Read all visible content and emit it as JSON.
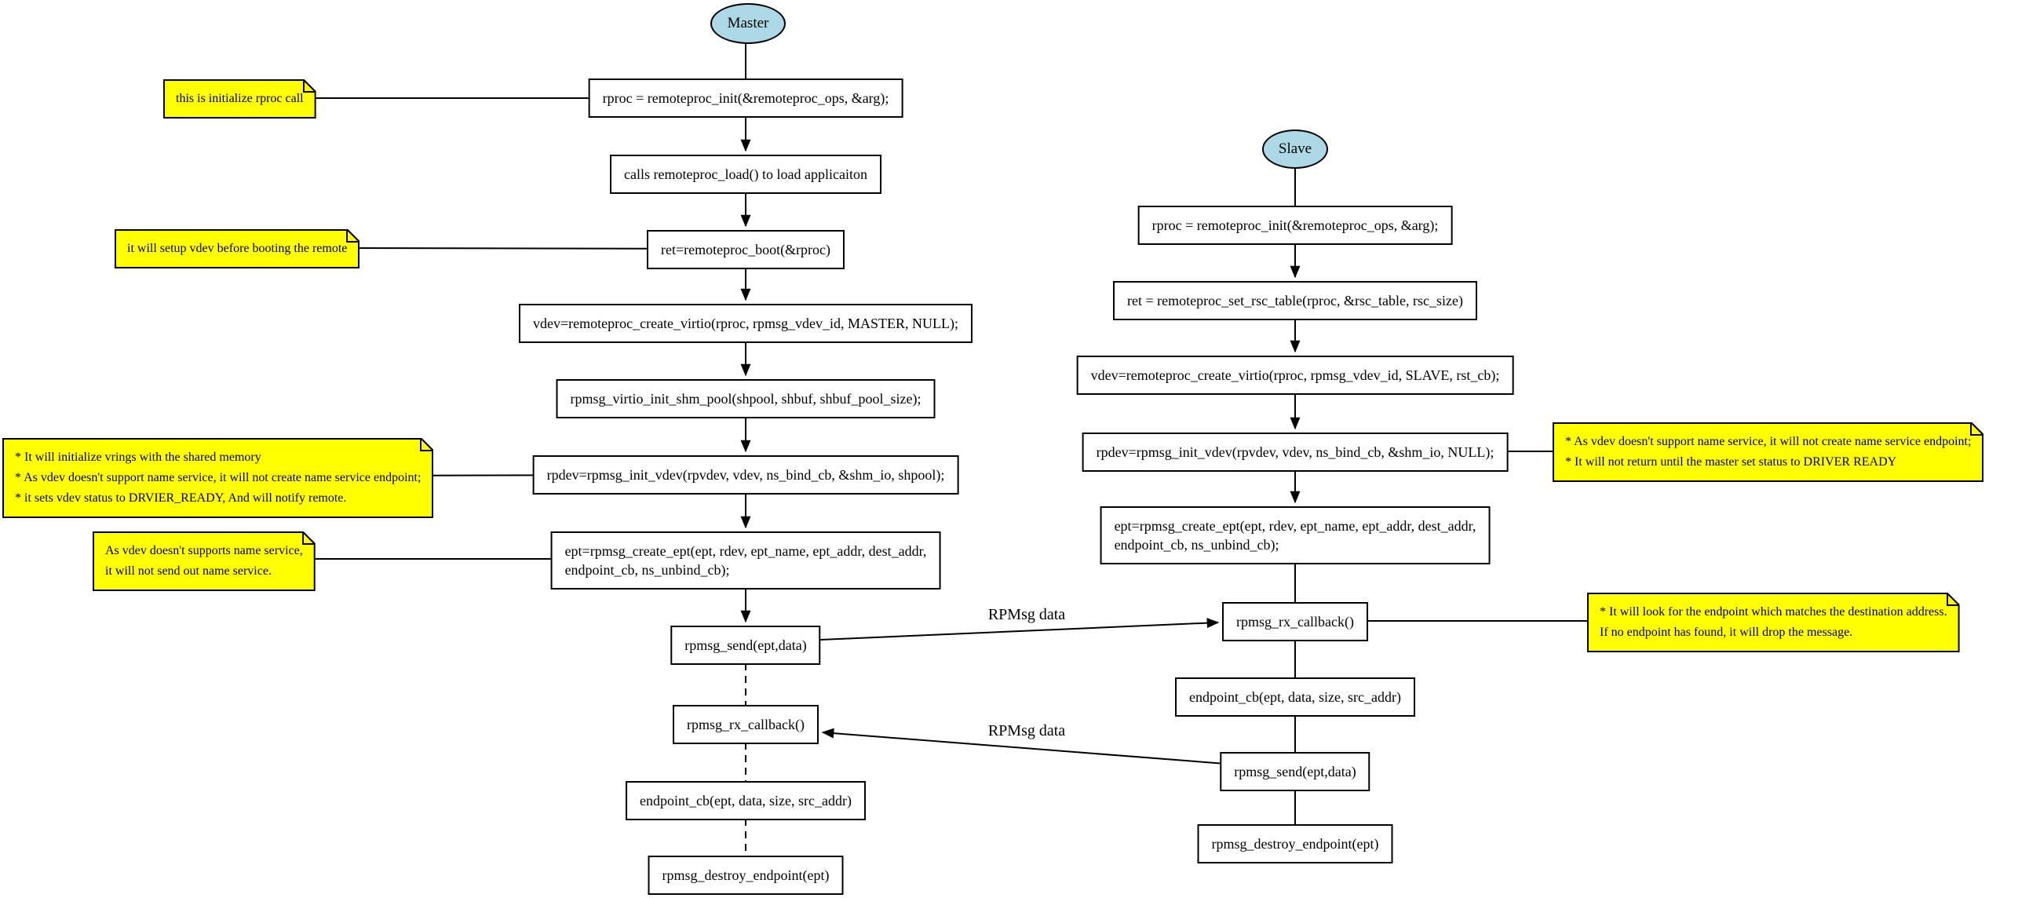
{
  "colors": {
    "background": "#ffffff",
    "node_fill": "#ffffff",
    "terminal_fill": "#add8e6",
    "note_fill": "#ffff00",
    "stroke": "#000000"
  },
  "master": {
    "terminal": "Master",
    "steps": {
      "init": "rproc = remoteproc_init(&remoteproc_ops, &arg);",
      "load": "calls remoteproc_load() to load applicaiton",
      "boot": "ret=remoteproc_boot(&rproc)",
      "create_virtio": "vdev=remoteproc_create_virtio(rproc, rpmsg_vdev_id, MASTER, NULL);",
      "init_shm_pool": "rpmsg_virtio_init_shm_pool(shpool, shbuf, shbuf_pool_size);",
      "init_vdev": "rpdev=rpmsg_init_vdev(rpvdev, vdev, ns_bind_cb, &shm_io, shpool);",
      "create_ept": "ept=rpmsg_create_ept(ept, rdev, ept_name, ept_addr, dest_addr,\nendpoint_cb, ns_unbind_cb);",
      "send": "rpmsg_send(ept,data)",
      "rx_callback": "rpmsg_rx_callback()",
      "endpoint_cb": "endpoint_cb(ept, data, size, src_addr)",
      "destroy_endpoint": "rpmsg_destroy_endpoint(ept)"
    },
    "notes": {
      "init": "this is initialize rproc call",
      "boot": "it will setup vdev before booting the remote",
      "init_vdev": "* It will initialize vrings with the shared memory\n* As vdev doesn't support name service, it will not create name service endpoint;\n* it sets vdev status to DRVIER_READY, And will notify remote.",
      "create_ept": "As vdev doesn't supports name service,\nit will not send out name service."
    }
  },
  "slave": {
    "terminal": "Slave",
    "steps": {
      "init": "rproc = remoteproc_init(&remoteproc_ops, &arg);",
      "set_rsc_table": "ret = remoteproc_set_rsc_table(rproc, &rsc_table, rsc_size)",
      "create_virtio": "vdev=remoteproc_create_virtio(rproc, rpmsg_vdev_id, SLAVE, rst_cb);",
      "init_vdev": "rpdev=rpmsg_init_vdev(rpvdev, vdev, ns_bind_cb, &shm_io, NULL);",
      "create_ept": "ept=rpmsg_create_ept(ept, rdev, ept_name, ept_addr, dest_addr,\nendpoint_cb, ns_unbind_cb);",
      "rx_callback": "rpmsg_rx_callback()",
      "endpoint_cb": "endpoint_cb(ept, data, size, src_addr)",
      "send": "rpmsg_send(ept,data)",
      "destroy_endpoint": "rpmsg_destroy_endpoint(ept)"
    },
    "notes": {
      "init_vdev": "* As vdev doesn't support name service, it will not create name service endpoint;\n* It will not return until the master set status to DRIVER READY",
      "rx_callback": "* It will look for the endpoint which matches the destination address.\nIf no endpoint has found, it will drop the message."
    }
  },
  "edge_labels": {
    "master_send_to_slave_rx": "RPMsg data",
    "slave_send_to_master_rx": "RPMsg data"
  }
}
